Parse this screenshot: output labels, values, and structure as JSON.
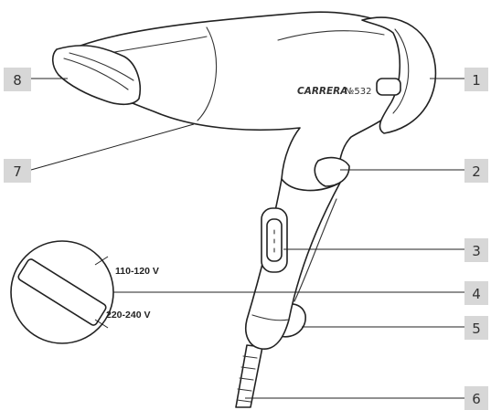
{
  "product": {
    "brand": "CARRERA",
    "model": "№532"
  },
  "voltage_selector": {
    "upper": "110-120 V",
    "lower": "220-240 V"
  },
  "callouts": [
    "8",
    "7",
    "1",
    "2",
    "3",
    "4",
    "5",
    "6"
  ]
}
